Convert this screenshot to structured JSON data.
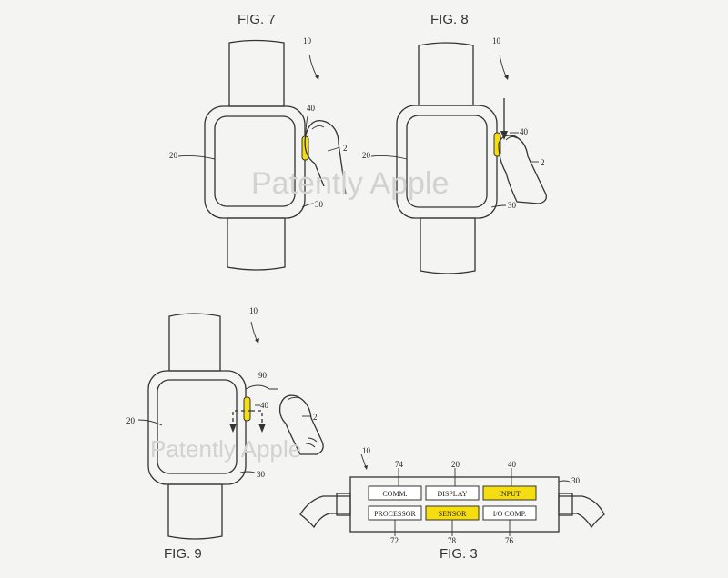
{
  "figures": {
    "fig7": {
      "title": "FIG. 7",
      "ref_device": "10",
      "ref_display": "20",
      "ref_input": "40",
      "ref_finger": "2",
      "ref_housing": "30"
    },
    "fig8": {
      "title": "FIG. 8",
      "ref_device": "10",
      "ref_display": "20",
      "ref_input": "40",
      "ref_finger": "2",
      "ref_housing": "30"
    },
    "fig9": {
      "title": "FIG. 9",
      "ref_device": "10",
      "ref_display": "20",
      "ref_input": "40",
      "ref_motion": "90",
      "ref_finger": "2",
      "ref_housing": "30"
    },
    "fig3": {
      "title": "FIG. 3",
      "ref_device": "10",
      "ref_housing": "30",
      "boxes": {
        "comm": {
          "label": "COMM.",
          "ref": "74"
        },
        "display": {
          "label": "DISPLAY",
          "ref": "20"
        },
        "input": {
          "label": "INPUT",
          "ref": "40"
        },
        "processor": {
          "label": "PROCESSOR",
          "ref": "72"
        },
        "sensor": {
          "label": "SENSOR",
          "ref": "78"
        },
        "io": {
          "label": "I/O COMP.",
          "ref": "76"
        }
      }
    }
  },
  "watermark": {
    "text1": "Patently Apple",
    "text2": "Patently Apple"
  },
  "colors": {
    "highlight": "#f5dd10",
    "line": "#333333",
    "watermark": "#d2d2d2"
  }
}
